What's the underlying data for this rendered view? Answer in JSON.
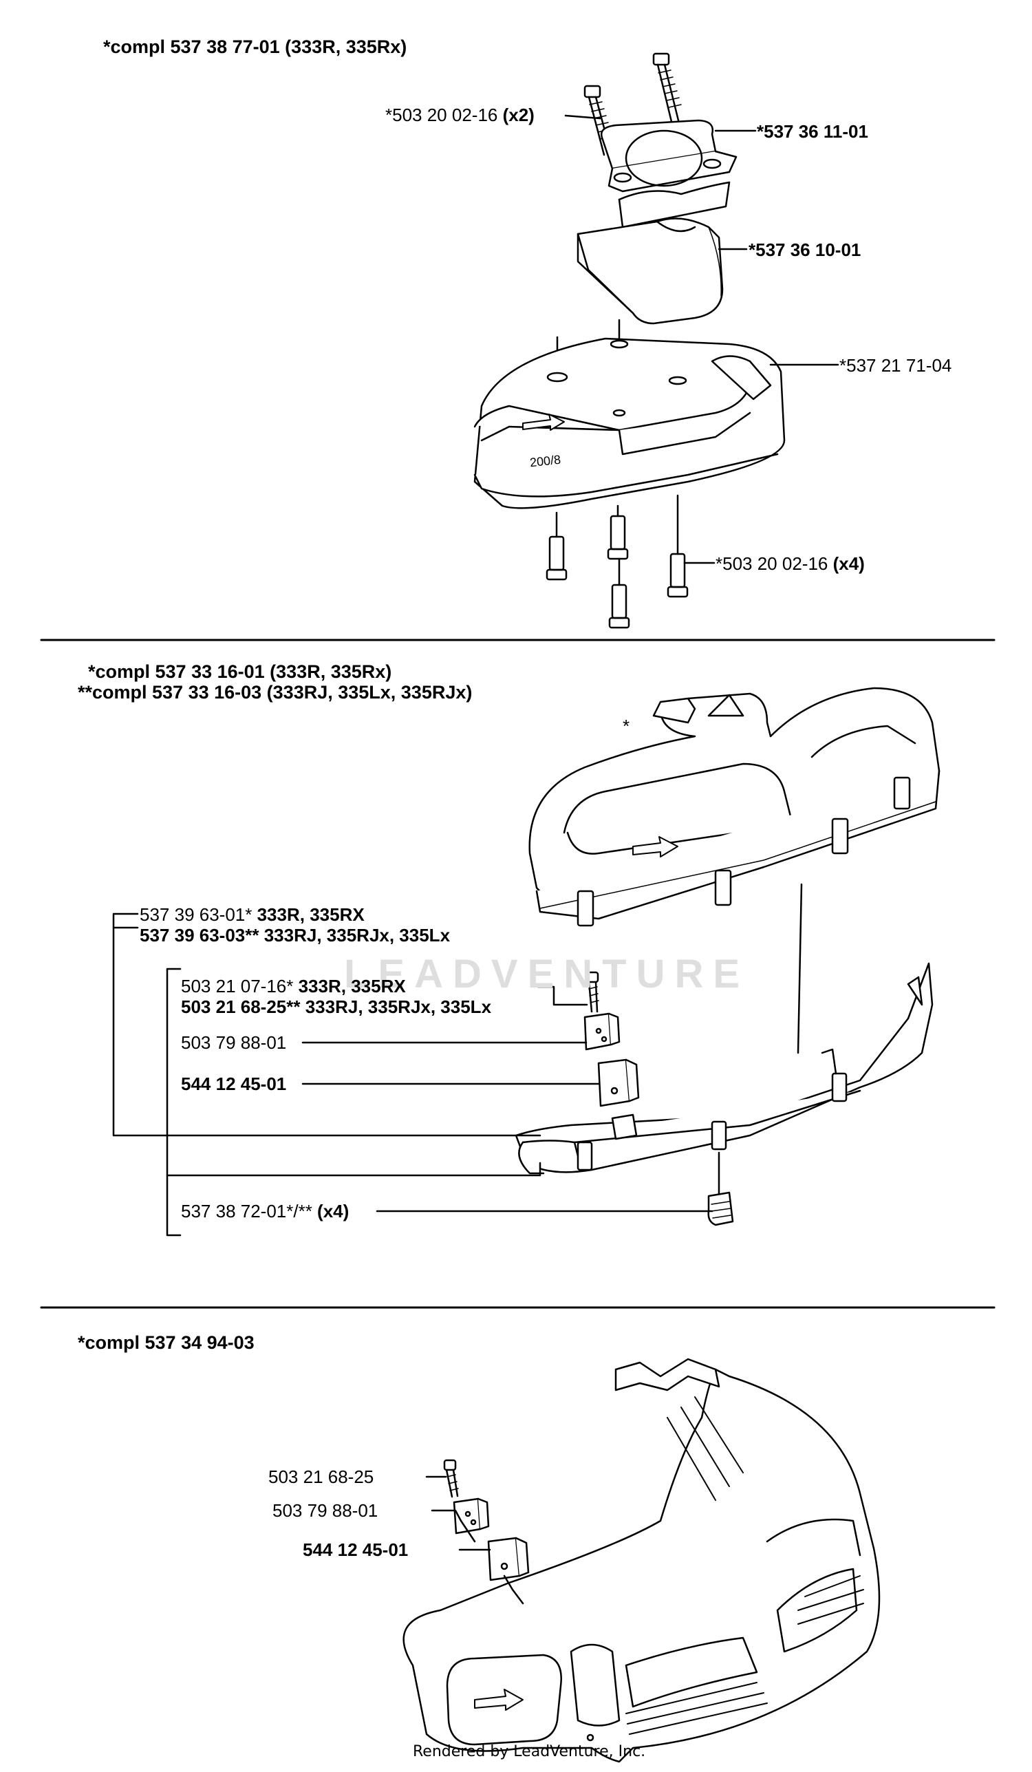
{
  "sections": [
    {
      "heading_lines": [
        "*compl 537 38 77-01 (333R, 335Rx)"
      ],
      "callouts": [
        {
          "id": "s1-screw-top",
          "parts": [
            {
              "t": "*503 20 02-16 ",
              "b": false
            },
            {
              "t": "(x2)",
              "b": true
            }
          ]
        },
        {
          "id": "s1-clamp",
          "parts": [
            {
              "t": "*537 36 11-01",
              "b": true
            }
          ]
        },
        {
          "id": "s1-mount",
          "parts": [
            {
              "t": "*537 36 10-01",
              "b": true
            }
          ]
        },
        {
          "id": "s1-guard",
          "parts": [
            {
              "t": "*537 21 71-04",
              "b": false
            }
          ]
        },
        {
          "id": "s1-screw-bottom",
          "parts": [
            {
              "t": "*503 20 02-16 ",
              "b": false
            },
            {
              "t": "(x4)",
              "b": true
            }
          ]
        }
      ],
      "guard_text": "200/8"
    },
    {
      "heading_lines": [
        "*compl 537 33 16-01 (333R, 335Rx)",
        "**compl 537 33 16-03 (333RJ, 335Lx, 335RJx)"
      ],
      "callouts": [
        {
          "id": "s2-star",
          "parts": [
            {
              "t": "*",
              "b": false
            }
          ]
        },
        {
          "id": "s2-kit-a",
          "parts": [
            {
              "t": "537 39 63-01* ",
              "b": false
            },
            {
              "t": "333R, 335RX",
              "b": true
            }
          ]
        },
        {
          "id": "s2-kit-b",
          "parts": [
            {
              "t": "537 39 63-03** ",
              "b": true
            },
            {
              "t": "333RJ, 335RJx, 335Lx",
              "b": true
            }
          ]
        },
        {
          "id": "s2-screw-a",
          "parts": [
            {
              "t": "503 21 07-16* ",
              "b": false
            },
            {
              "t": "333R, 335RX",
              "b": true
            }
          ]
        },
        {
          "id": "s2-screw-b",
          "parts": [
            {
              "t": "503 21 68-25** ",
              "b": true
            },
            {
              "t": "333RJ, 335RJx, 335Lx",
              "b": true
            }
          ]
        },
        {
          "id": "s2-plate",
          "parts": [
            {
              "t": "503 79 88-01",
              "b": false
            }
          ]
        },
        {
          "id": "s2-knife",
          "parts": [
            {
              "t": "544 12 45-01",
              "b": true
            }
          ]
        },
        {
          "id": "s2-clip",
          "parts": [
            {
              "t": "537 38 72-01*/** ",
              "b": false
            },
            {
              "t": "(x4)",
              "b": true
            }
          ]
        }
      ]
    },
    {
      "heading_lines": [
        "*compl 537 34 94-03"
      ],
      "callouts": [
        {
          "id": "s3-screw",
          "parts": [
            {
              "t": "503 21 68-25",
              "b": false
            }
          ]
        },
        {
          "id": "s3-plate",
          "parts": [
            {
              "t": "503 79 88-01",
              "b": false
            }
          ]
        },
        {
          "id": "s3-knife",
          "parts": [
            {
              "t": "544 12 45-01",
              "b": true
            }
          ]
        }
      ]
    }
  ],
  "watermark": "LEADVENTURE",
  "footer": "Rendered by LeadVenture, Inc."
}
